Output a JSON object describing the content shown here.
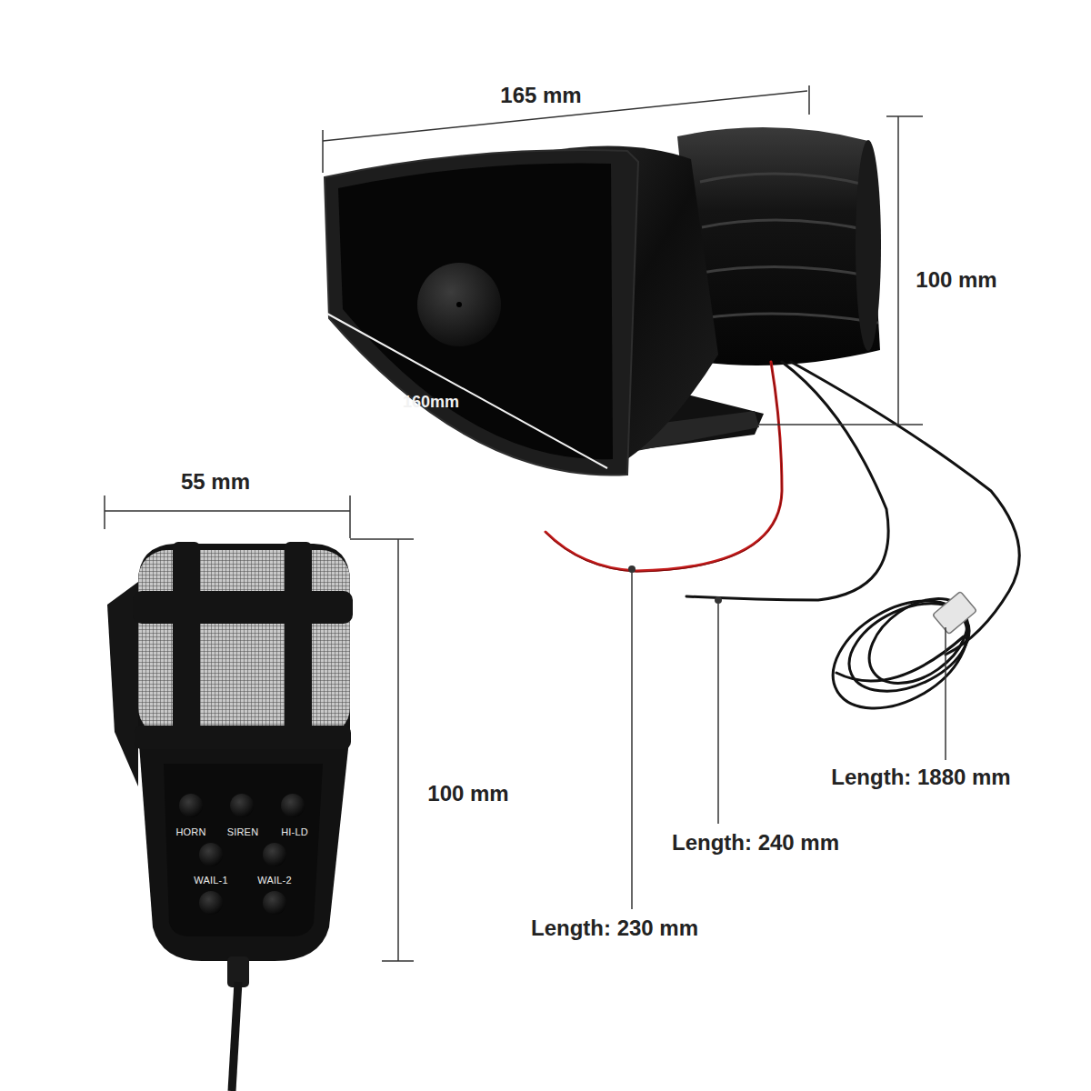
{
  "diagram": {
    "labels": [
      "165 mm",
      "100 mm",
      "160mm",
      "55 mm",
      "100 mm",
      "HORN",
      "SIREN",
      "HI-LD",
      "WAIL-1",
      "WAIL-2",
      "Length: 1880 mm",
      "Length: 240 mm",
      "Length: 230 mm"
    ]
  }
}
